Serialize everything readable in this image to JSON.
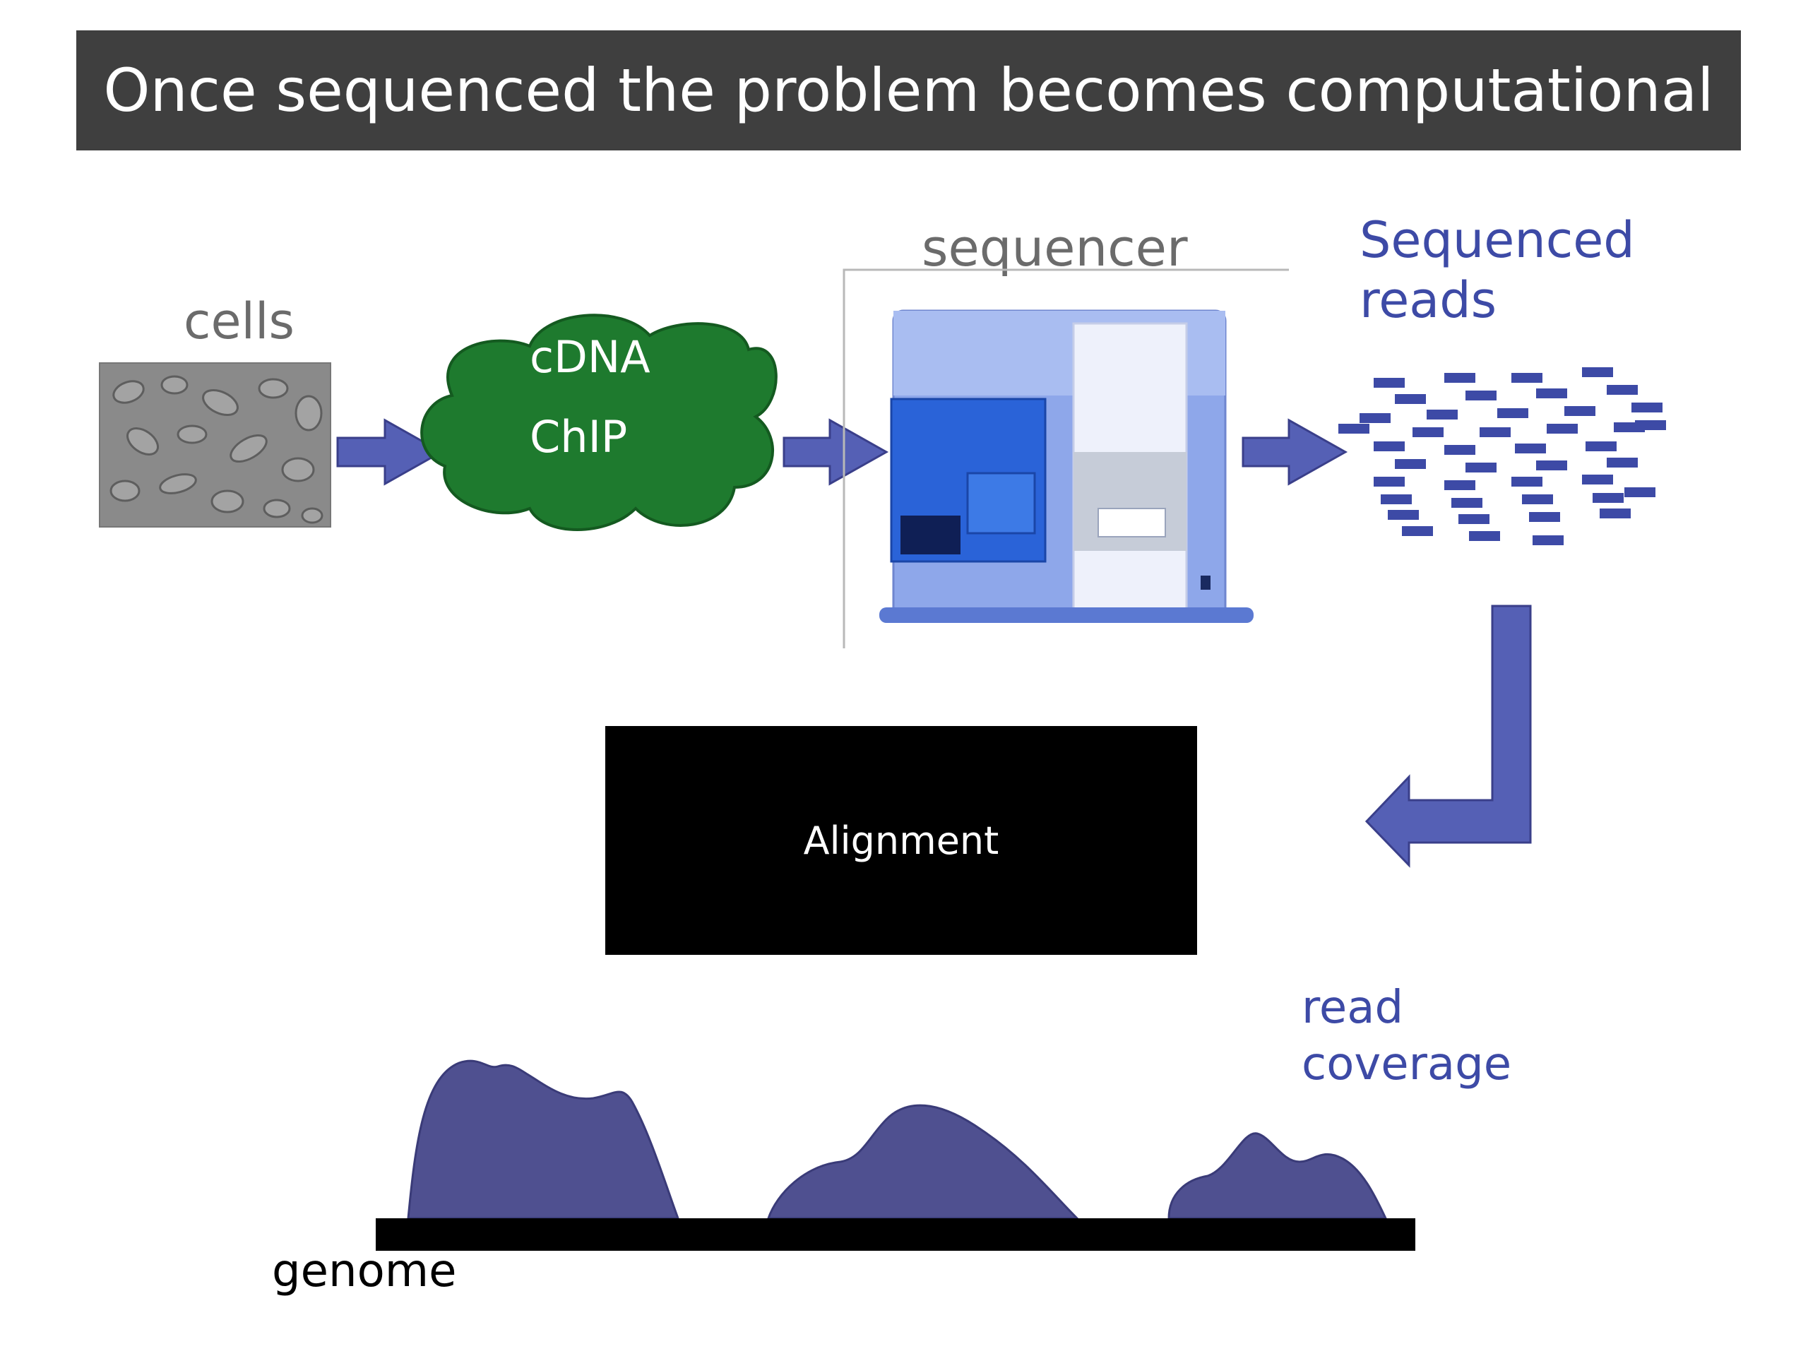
{
  "title": "Once sequenced the problem becomes computational",
  "labels": {
    "cells": "cells",
    "cdna": "cDNA",
    "chip": "ChIP",
    "sequencer": "sequencer",
    "sequenced_reads_line1": "Sequenced",
    "sequenced_reads_line2": "reads",
    "alignment": "Alignment",
    "read_coverage_line1": "read",
    "read_coverage_line2": "coverage",
    "genome": "genome"
  },
  "colors": {
    "title_bar": "#3f3f3f",
    "arrow": "#5560b5",
    "cloud": "#1e7a2e",
    "reads": "#3d4aa6",
    "coverage": "#4f5090",
    "sequencer_body": "#7d9be6"
  }
}
